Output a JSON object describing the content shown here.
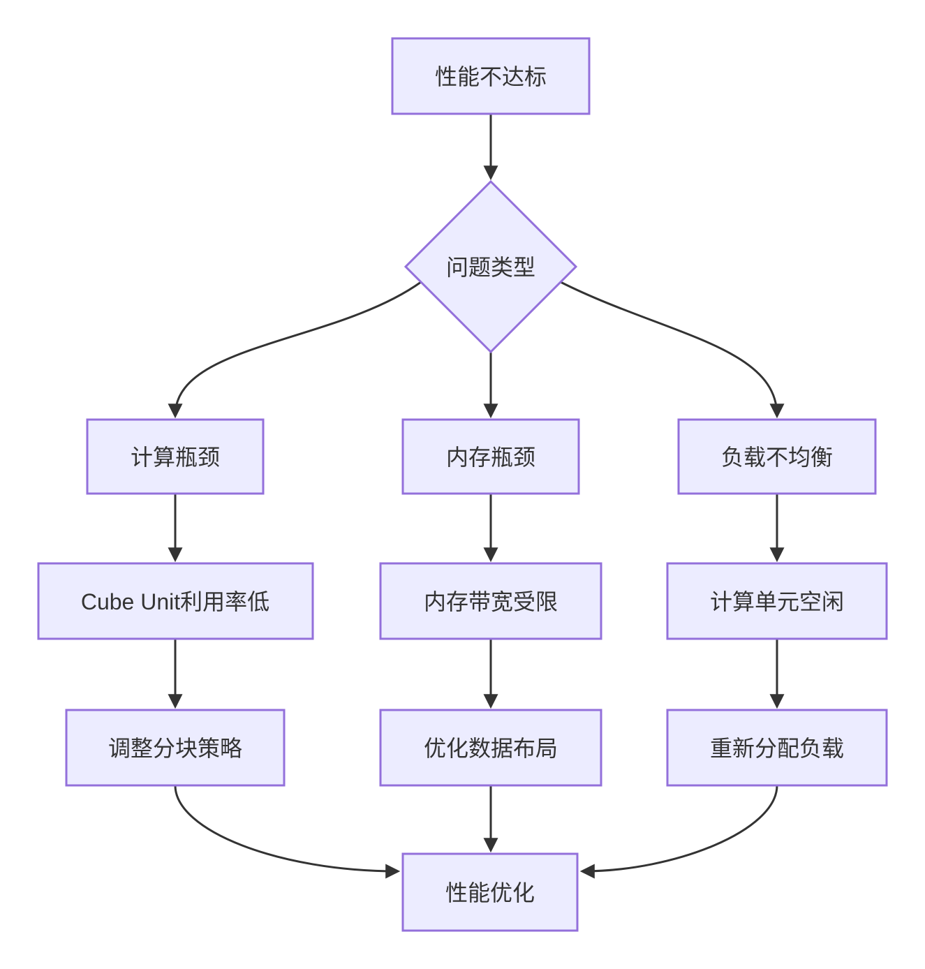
{
  "diagram": {
    "type": "flowchart",
    "colors": {
      "background": "#ffffff",
      "node_fill": "#ECECFF",
      "node_border": "#9370DB",
      "edge": "#333333",
      "text": "#333333"
    },
    "nodes": {
      "start": {
        "label": "性能不达标",
        "shape": "rect"
      },
      "decision": {
        "label": "问题类型",
        "shape": "diamond"
      },
      "compute_bottleneck": {
        "label": "计算瓶颈",
        "shape": "rect"
      },
      "memory_bottleneck": {
        "label": "内存瓶颈",
        "shape": "rect"
      },
      "load_imbalance": {
        "label": "负载不均衡",
        "shape": "rect"
      },
      "cube_util_low": {
        "label": "Cube Unit利用率低",
        "shape": "rect"
      },
      "mem_bandwidth_limited": {
        "label": "内存带宽受限",
        "shape": "rect"
      },
      "compute_unit_idle": {
        "label": "计算单元空闲",
        "shape": "rect"
      },
      "adjust_tiling": {
        "label": "调整分块策略",
        "shape": "rect"
      },
      "optimize_layout": {
        "label": "优化数据布局",
        "shape": "rect"
      },
      "redistribute_load": {
        "label": "重新分配负载",
        "shape": "rect"
      },
      "perf_optimization": {
        "label": "性能优化",
        "shape": "rect"
      }
    },
    "edges": [
      {
        "from": "start",
        "to": "decision"
      },
      {
        "from": "decision",
        "to": "compute_bottleneck"
      },
      {
        "from": "decision",
        "to": "memory_bottleneck"
      },
      {
        "from": "decision",
        "to": "load_imbalance"
      },
      {
        "from": "compute_bottleneck",
        "to": "cube_util_low"
      },
      {
        "from": "memory_bottleneck",
        "to": "mem_bandwidth_limited"
      },
      {
        "from": "load_imbalance",
        "to": "compute_unit_idle"
      },
      {
        "from": "cube_util_low",
        "to": "adjust_tiling"
      },
      {
        "from": "mem_bandwidth_limited",
        "to": "optimize_layout"
      },
      {
        "from": "compute_unit_idle",
        "to": "redistribute_load"
      },
      {
        "from": "adjust_tiling",
        "to": "perf_optimization"
      },
      {
        "from": "optimize_layout",
        "to": "perf_optimization"
      },
      {
        "from": "redistribute_load",
        "to": "perf_optimization"
      }
    ]
  }
}
